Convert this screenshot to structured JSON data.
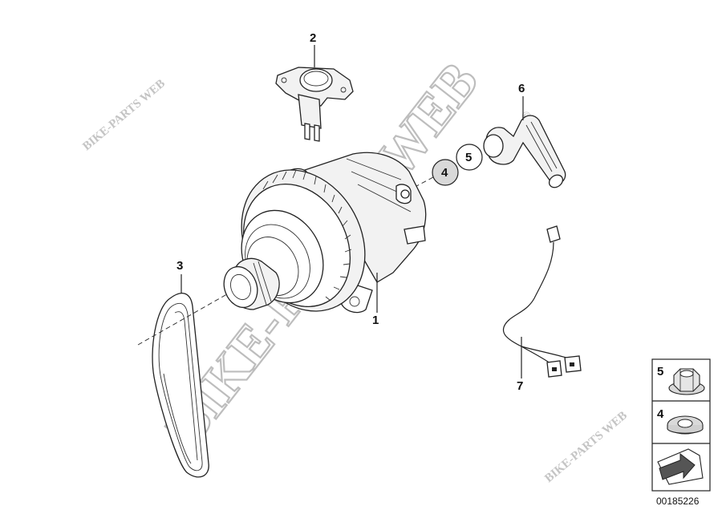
{
  "watermarks": {
    "center": "BIKE-PARTS WEB",
    "top_left": "BIKE-PARTS WEB",
    "bottom_right": "BIKE-PARTS WEB",
    "copyright_mark": "©"
  },
  "callouts": {
    "alternator": "1",
    "regulator": "2",
    "v_belt": "3",
    "washer": "4",
    "nut": "5",
    "cable_cap": "6",
    "cable": "7"
  },
  "legend": {
    "nut_number": "5",
    "washer_number": "4"
  },
  "document_number": "00185226",
  "colors": {
    "watermark": "#c4c4c4",
    "line": "#222222",
    "part_fill": "#f2f2f2",
    "legend_highlight": "#d9d9d9"
  }
}
